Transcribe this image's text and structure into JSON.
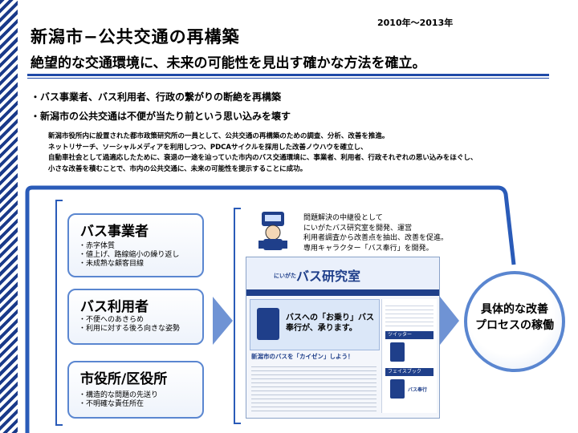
{
  "header": {
    "date": "2010年〜2013年",
    "title": "新潟市−公共交通の再構築",
    "subtitle": "絶望的な交通環境に、未来の可能性を見出す確かな方法を確立。"
  },
  "bullets": [
    "・バス事業者、バス利用者、行政の繋がりの断絶を再構築",
    "・新潟市の公共交通は不便が当たり前という思い込みを壊す"
  ],
  "description": [
    "新潟市役所内に設置された都市政策研究所の一員として、公共交通の再構築のための調査、分析、改善を推進。",
    "ネットリサーチ、ソーシャルメディアを利用しつつ、PDCAサイクルを採用した改善ノウハウを確立し、",
    "自動車社会として過適応したために、衰退の一途を辿っていた市内のバス交通環境に、事業者、利用者、行政それぞれの思い込みをほぐし、",
    "小さな改善を積むことで、市内の公共交通に、未来の可能性を提示することに成功。"
  ],
  "boxes": [
    {
      "title": "バス事業者",
      "items": [
        "・赤字体質",
        "・値上げ、路線縮小の繰り返し",
        "・未成熟な顧客目線"
      ]
    },
    {
      "title": "バス利用者",
      "items": [
        "・不便へのあきらめ",
        "・利用に対する後ろ向きな姿勢"
      ]
    },
    {
      "title": "市役所/区役所",
      "items": [
        "・構造的な問題の先送り",
        "・不明確な責任所在"
      ]
    }
  ],
  "notes": [
    "問題解決の中継役として",
    "にいがたバス研究室を開発、運営",
    "利用者調査から改善点を抽出、改善を促進。",
    "専用キャラクター「バス奉行」を開発。"
  ],
  "screenshot": {
    "site_title": "バス研究室",
    "site_prefix": "にいがた",
    "banner": "バスへの「お乗り」バス奉行が、承ります。",
    "headline": "新潟市のバスを「カイゼン」しよう！",
    "sidebar_labels": [
      "ツイッター",
      "フェイスブック"
    ],
    "sidebar_caption": "バス奉行"
  },
  "result": {
    "line1": "具体的な改善",
    "line2": "プロセスの稼働"
  },
  "colors": {
    "accent": "#1f4aa8",
    "box_border": "#5a86d0",
    "arrow": "#6f93d4"
  }
}
